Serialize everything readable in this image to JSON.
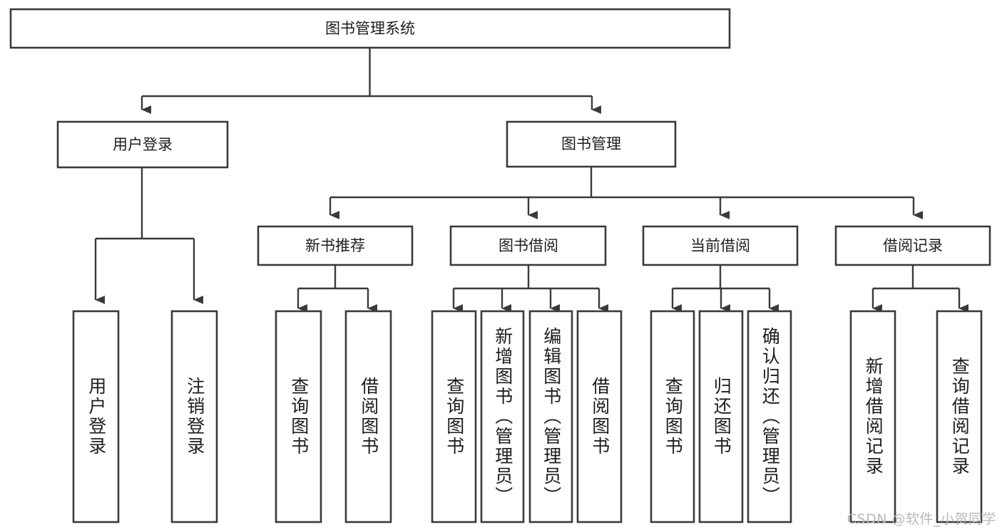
{
  "diagram": {
    "type": "tree-hierarchy",
    "title": "图书管理系统",
    "orientation": "top-down",
    "colors": {
      "box_stroke": "#3a3a3a",
      "box_fill": "#ffffff",
      "connector": "#3a3a3a",
      "text": "#1d1d1d",
      "watermark": "#b9b9b9",
      "background": "#ffffff"
    },
    "root": {
      "label": "图书管理系统"
    },
    "level2": [
      {
        "label": "用户登录"
      },
      {
        "label": "图书管理"
      }
    ],
    "level3": [
      {
        "label": "新书推荐"
      },
      {
        "label": "图书借阅"
      },
      {
        "label": "当前借阅"
      },
      {
        "label": "借阅记录"
      }
    ],
    "leaves": {
      "user_login": [
        {
          "label": "用户登录"
        },
        {
          "label": "注销登录"
        }
      ],
      "new_book_recommend": [
        {
          "label": "查询图书"
        },
        {
          "label": "借阅图书"
        }
      ],
      "book_borrow": [
        {
          "label": "查询图书"
        },
        {
          "label": "新增图书（管理员）"
        },
        {
          "label": "编辑图书（管理员）"
        },
        {
          "label": "借阅图书"
        }
      ],
      "current_borrow": [
        {
          "label": "查询图书"
        },
        {
          "label": "归还图书"
        },
        {
          "label": "确认归还（管理员）"
        }
      ],
      "borrow_records": [
        {
          "label": "新增借阅记录"
        },
        {
          "label": "查询借阅记录"
        }
      ]
    },
    "watermark": "CSDN @软件_小贺同学"
  }
}
